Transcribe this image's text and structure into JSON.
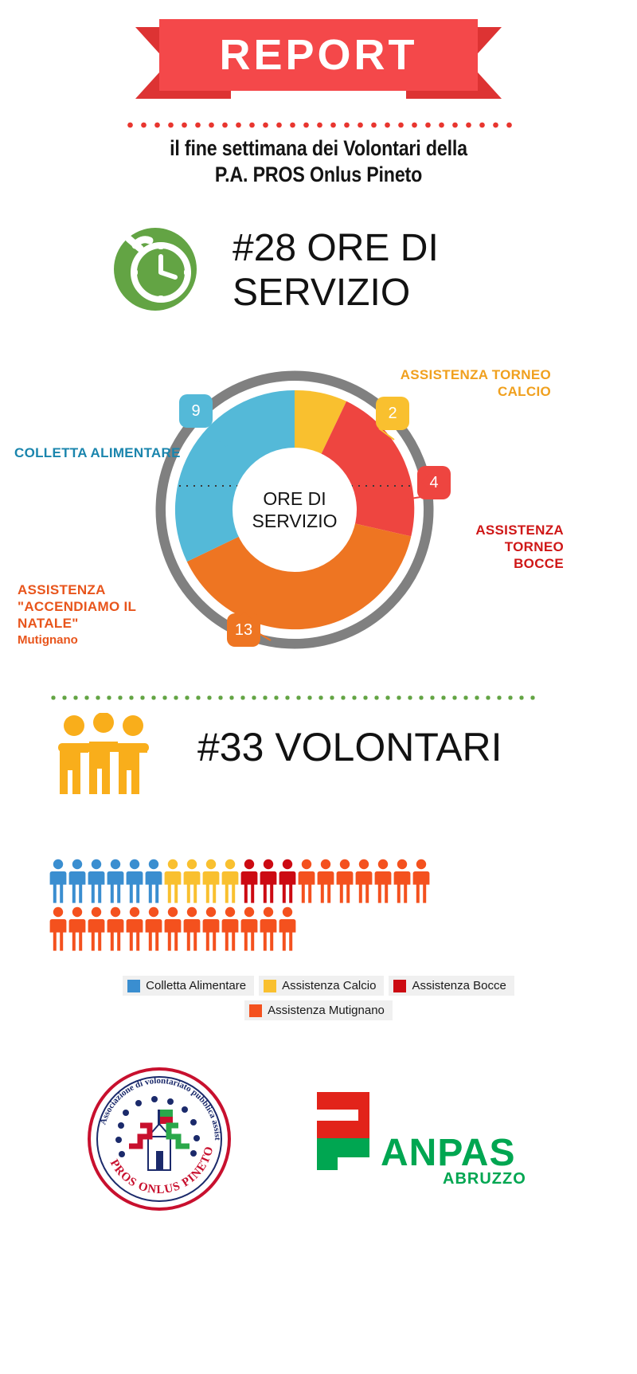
{
  "header": {
    "ribbon_title": "REPORT",
    "subtitle_line1": "il fine settimana dei Volontari della",
    "subtitle_line2": "P.A. PROS Onlus Pineto"
  },
  "hours_section": {
    "icon": "alarm-clock-icon",
    "icon_color": "#63a444",
    "headline": "#28 ORE DI SERVIZIO",
    "total_hours": 28
  },
  "donut": {
    "center_line1": "ORE DI",
    "center_line2": "SERVIZIO",
    "labels": {
      "colletta": "COLLETTA ALIMENTARE",
      "calcio_line1": "ASSISTENZA TORNEO",
      "calcio_line2": "CALCIO",
      "bocce_line1": "ASSISTENZA TORNEO",
      "bocce_line2": "BOCCE",
      "mutignano_line1": "ASSISTENZA",
      "mutignano_line2": "\"ACCENDIAMO IL NATALE\"",
      "mutignano_line3": "Mutignano"
    },
    "callouts": {
      "colletta": "9",
      "calcio": "2",
      "bocce": "4",
      "mutignano": "13"
    }
  },
  "volunteers_section": {
    "icon": "three-people-icon",
    "icon_color": "#f9ae1b",
    "headline": "#33 VOLONTARI",
    "total_volunteers": 33
  },
  "legend": {
    "items": [
      {
        "label": "Colletta Alimentare",
        "color": "#3a8ed0"
      },
      {
        "label": "Assistenza Calcio",
        "color": "#f9c02f"
      },
      {
        "label": "Assistenza Bocce",
        "color": "#cc0a12"
      },
      {
        "label": "Assistenza Mutignano",
        "color": "#f4511e"
      }
    ]
  },
  "logos": {
    "pros": {
      "arc_text": "Associazione di volontariato pubblica assistenza",
      "name": "PROS ONLUS PINETO"
    },
    "anpas": {
      "name": "ANPAS",
      "region": "ABRUZZO"
    }
  },
  "colors": {
    "ribbon_front": "#f4484a",
    "ribbon_back": "#dd3333",
    "blue": "#54b9d8",
    "yellow": "#f9c02f",
    "red": "#ee4540",
    "orange": "#ee7522",
    "grey_ring": "#808080",
    "green": "#63a444"
  },
  "chart_data": {
    "type": "pie",
    "title": "ORE DI SERVIZIO",
    "categories": [
      "COLLETTA ALIMENTARE",
      "ASSISTENZA TORNEO CALCIO",
      "ASSISTENZA TORNEO BOCCE",
      "ASSISTENZA \"ACCENDIAMO IL NATALE\" Mutignano"
    ],
    "values": [
      9,
      2,
      4,
      13
    ],
    "total": 28,
    "unit": "ore",
    "colors": [
      "#54b9d8",
      "#f9c02f",
      "#ee4540",
      "#ee7522"
    ],
    "legend_position": "around-chart",
    "donut": true,
    "xlabel": "",
    "ylabel": ""
  },
  "pictogram_data": {
    "type": "pictogram",
    "unit_value": 1,
    "total": 33,
    "series": [
      {
        "name": "Colletta Alimentare",
        "count": 6,
        "color": "#3a8ed0"
      },
      {
        "name": "Assistenza Calcio",
        "count": 4,
        "color": "#f9c02f"
      },
      {
        "name": "Assistenza Bocce",
        "count": 3,
        "color": "#cc0a12"
      },
      {
        "name": "Assistenza Mutignano",
        "count": 20,
        "color": "#f4511e"
      }
    ]
  }
}
